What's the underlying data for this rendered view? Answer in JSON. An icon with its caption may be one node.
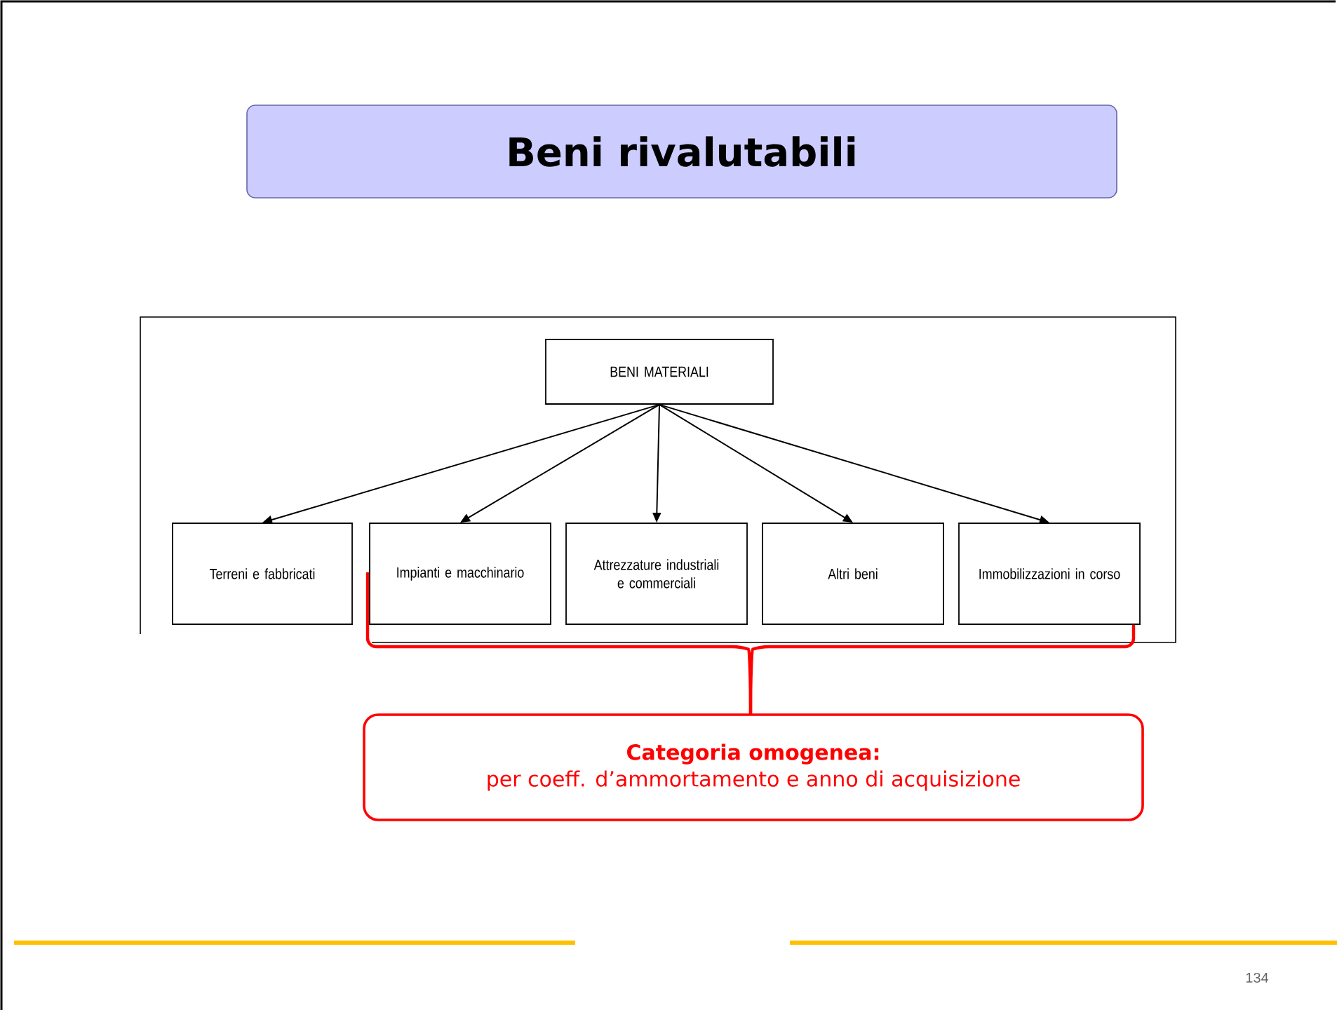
{
  "diagram": {
    "title": "Beni rivalutabili",
    "nodes": [
      {
        "text": [
          "BENI MATERIALI"
        ]
      },
      {
        "text": [
          "Terreni e fabbricati"
        ]
      },
      {
        "text": [
          "Impianti e macchinario"
        ]
      },
      {
        "text": [
          "Attrezzature industriali e commerciali"
        ]
      },
      {
        "text": [
          "Altri beni"
        ]
      },
      {
        "text": [
          "Immobilizzazioni in corso"
        ]
      },
      {
        "text": [
          "Categoria omogenea:",
          "per coeff. d’ammortamento e anno di acquisizione"
        ]
      }
    ],
    "edges": [
      {
        "from": 0,
        "to": 1,
        "arrow": "to"
      },
      {
        "from": 0,
        "to": 2,
        "arrow": "to"
      },
      {
        "from": 0,
        "to": 3,
        "arrow": "to"
      },
      {
        "from": 0,
        "to": 4,
        "arrow": "to"
      },
      {
        "from": 0,
        "to": 5,
        "arrow": "to"
      }
    ],
    "labels": [
      "134"
    ]
  }
}
